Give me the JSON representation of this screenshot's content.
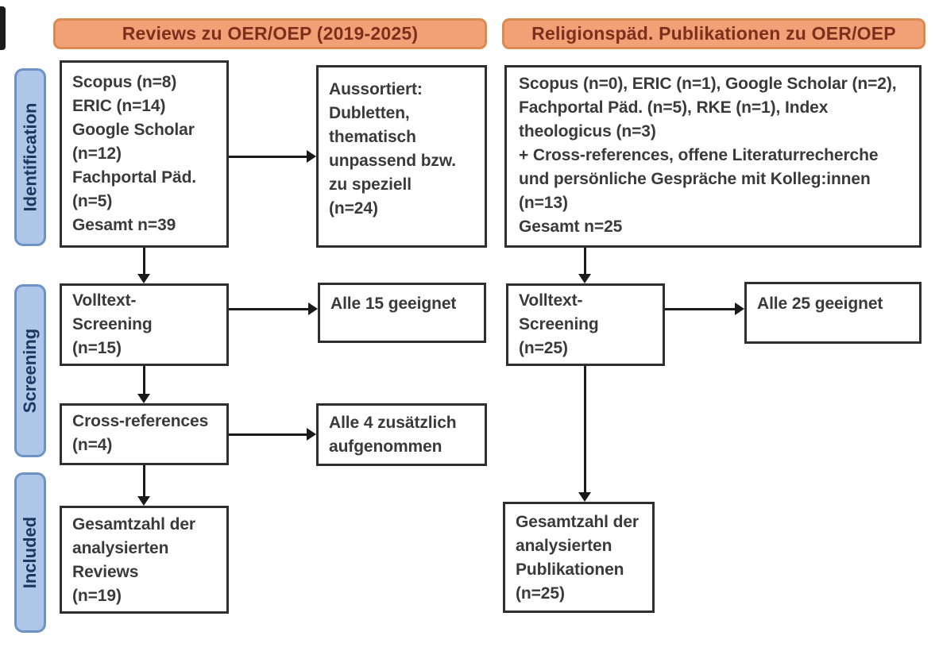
{
  "headers": {
    "left": "Reviews zu OER/OEP (2019-2025)",
    "right": "Religionspäd. Publikationen zu OER/OEP"
  },
  "stage_labels": {
    "identification": "Identification",
    "screening": "Screening",
    "included": "Included"
  },
  "left_flow": {
    "sources": {
      "lines": [
        "Scopus (n=8)",
        "ERIC (n=14)",
        "Google Scholar",
        "(n=12)",
        "Fachportal Päd.",
        "(n=5)",
        "Gesamt n=39"
      ]
    },
    "excluded": {
      "lines": [
        "Aussortiert:",
        "Dubletten,",
        "thematisch",
        "unpassend bzw.",
        "zu speziell",
        "(n=24)"
      ]
    },
    "fulltext": {
      "lines": [
        "Volltext-",
        "Screening",
        "(n=15)"
      ]
    },
    "fulltext_result": {
      "lines": [
        "Alle 15 geeignet"
      ]
    },
    "crossref": {
      "lines": [
        "Cross-references",
        "(n=4)"
      ]
    },
    "crossref_result": {
      "lines": [
        "Alle 4 zusätzlich",
        "aufgenommen"
      ]
    },
    "included": {
      "lines": [
        "Gesamtzahl der",
        "analysierten",
        "Reviews",
        "(n=19)"
      ]
    }
  },
  "right_flow": {
    "sources": {
      "lines": [
        "Scopus (n=0), ERIC (n=1), Google Scholar (n=2),",
        "Fachportal Päd. (n=5), RKE (n=1), Index",
        "theologicus (n=3)",
        "+ Cross-references, offene Literaturrecherche",
        "und persönliche Gespräche mit Kolleg:innen",
        "(n=13)",
        "Gesamt n=25"
      ]
    },
    "fulltext": {
      "lines": [
        "Volltext-",
        "Screening",
        "(n=25)"
      ]
    },
    "fulltext_result": {
      "lines": [
        "Alle 25 geeignet"
      ]
    },
    "included": {
      "lines": [
        "Gesamtzahl der",
        "analysierten",
        "Publikationen",
        "(n=25)"
      ]
    }
  },
  "colors": {
    "header_fill": "#f0a176",
    "header_border": "#dd8a50",
    "header_text": "#7e2e1c",
    "stage_fill": "#aec6e8",
    "stage_border": "#6d92c3",
    "stage_text": "#1e3560",
    "box_border": "#2f2f2f",
    "box_text": "#3a3a3a",
    "arrow": "#1a1a1a",
    "background": "#ffffff"
  }
}
